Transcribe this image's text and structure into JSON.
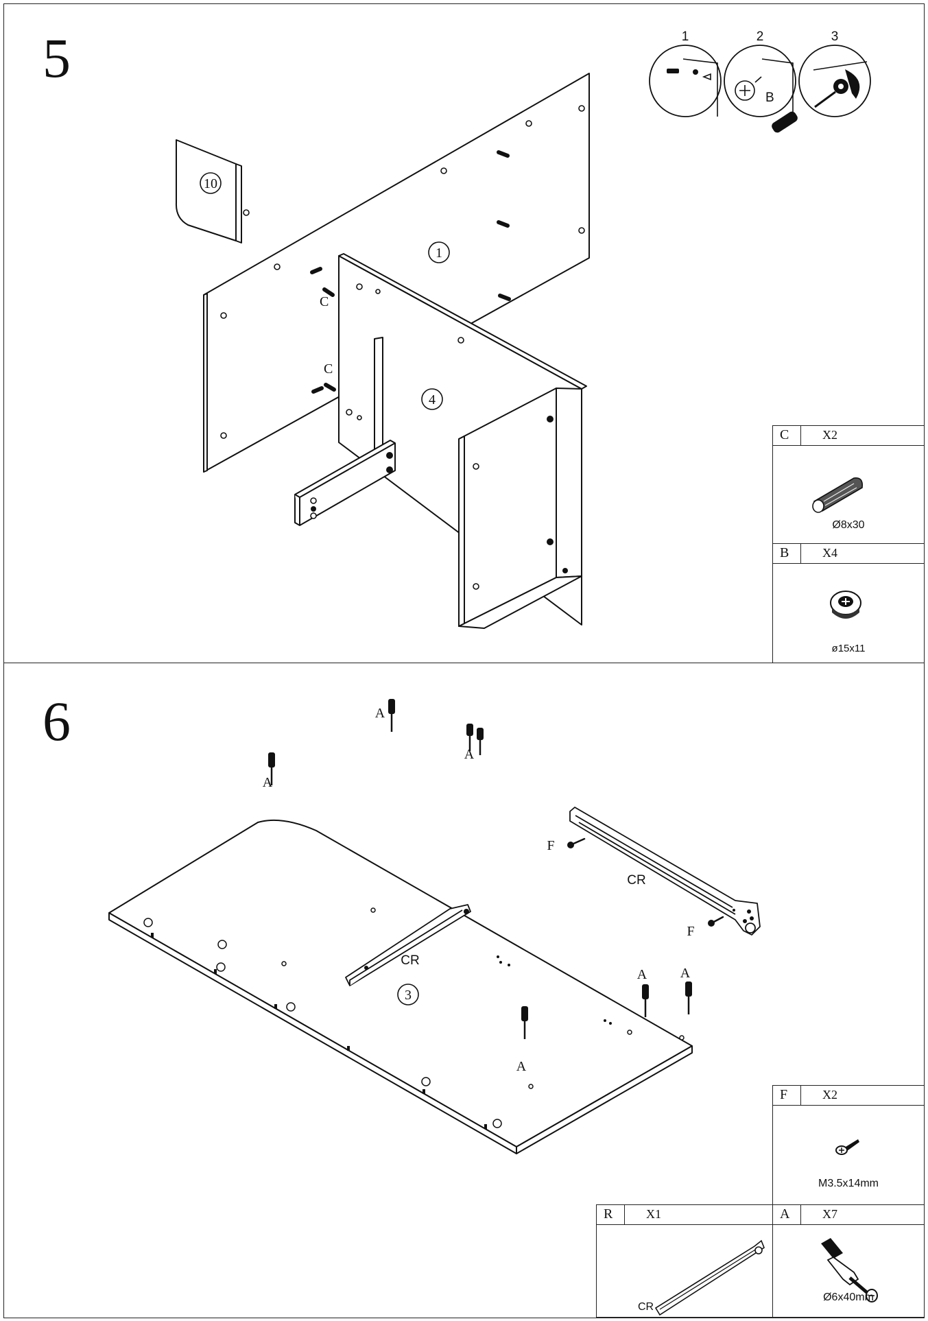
{
  "steps": [
    {
      "number": "5",
      "panel_labels": [
        "10",
        "1",
        "4"
      ],
      "hardware_labels": [
        "C",
        "C"
      ],
      "inset_numbers": [
        "1",
        "2",
        "3"
      ],
      "inset_letter": "B",
      "parts": [
        {
          "letter": "C",
          "qty": "X2",
          "size": "Ø8x30",
          "icon": "wood-dowel-icon"
        },
        {
          "letter": "B",
          "qty": "X4",
          "size": "ø15x11",
          "icon": "cam-lock-icon"
        }
      ]
    },
    {
      "number": "6",
      "panel_labels": [
        "3"
      ],
      "hardware_labels": [
        "A",
        "A",
        "A",
        "A",
        "A",
        "A",
        "F",
        "F"
      ],
      "rail_labels": [
        "CR",
        "CR"
      ],
      "parts": [
        {
          "letter": "F",
          "qty": "X2",
          "size": "M3.5x14mm",
          "icon": "screw-icon"
        },
        {
          "letter": "R",
          "qty": "X1",
          "size": "CR",
          "icon": "drawer-rail-icon"
        },
        {
          "letter": "A",
          "qty": "X7",
          "size": "Ø6x40mm",
          "icon": "cam-bolt-icon"
        }
      ]
    }
  ]
}
